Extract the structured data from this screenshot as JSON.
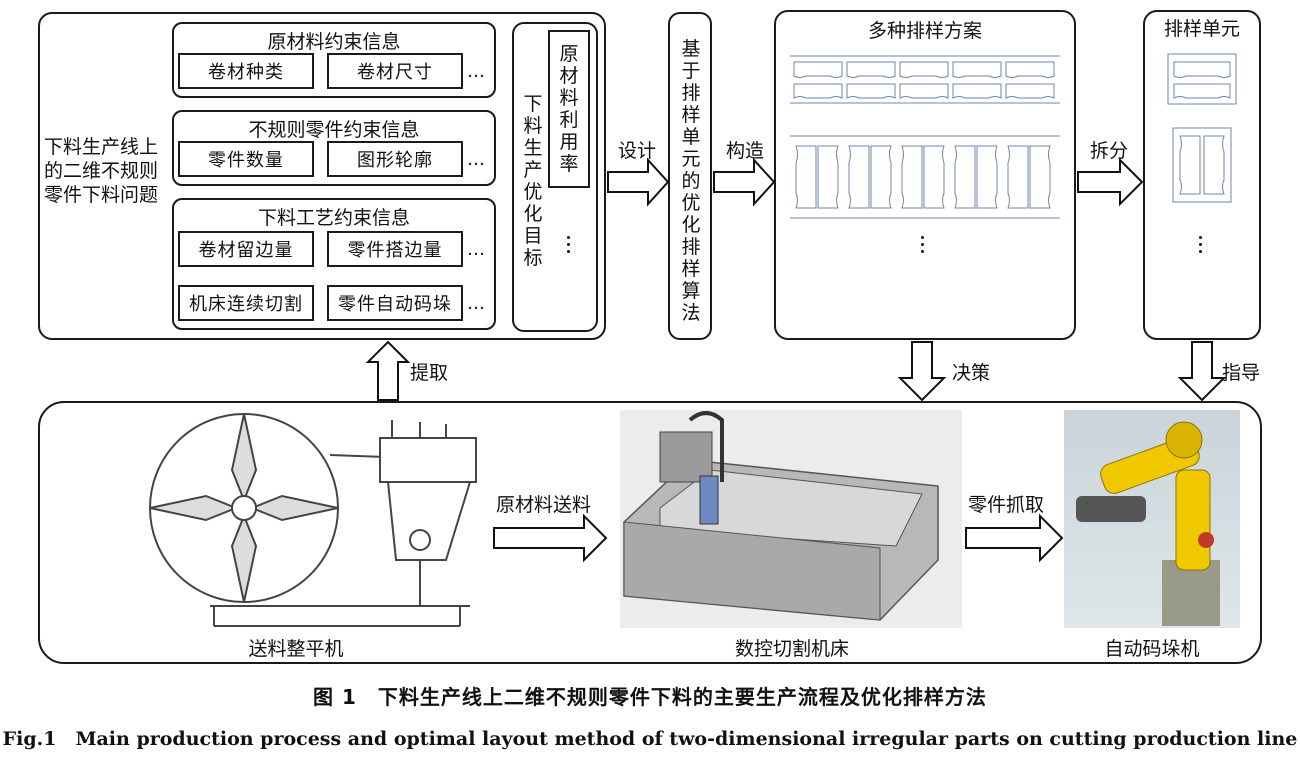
{
  "problem": "下料生产线上的二维不规则零件下料问题",
  "problem_lines": [
    "下料生产线上",
    "的二维不规则",
    "零件下料问题"
  ],
  "constraints": [
    {
      "title": "原材料约束信息",
      "items": [
        "卷材种类",
        "卷材尺寸"
      ]
    },
    {
      "title": "不规则零件约束信息",
      "items": [
        "零件数量",
        "图形轮廓"
      ]
    },
    {
      "title": "下料工艺约束信息",
      "items": [
        "卷材留边量",
        "零件搭边量",
        "机床连续切割",
        "零件自动码垛"
      ]
    }
  ],
  "ellipsis": "…",
  "objective": {
    "label": "下料生产优化目标",
    "item": "原材料利用率"
  },
  "algorithm": "基于排样单元的优化排样算法",
  "schemes_title": "多种排样方案",
  "units_title": "排样单元",
  "arrows": {
    "design": "设计",
    "construct": "构造",
    "split": "拆分",
    "extract": "提取",
    "decide": "决策",
    "guide": "指导",
    "feed": "原材料送料",
    "grab": "零件抓取"
  },
  "machines": {
    "leveler": "送料整平机",
    "cnc": "数控切割机床",
    "stacker": "自动码垛机"
  },
  "caption_cn": "图 1　下料生产线上二维不规则零件下料的主要生产流程及优化排样方法",
  "caption_en": "Fig.1　Main production process and optimal layout method of two-dimensional irregular parts on cutting production line"
}
